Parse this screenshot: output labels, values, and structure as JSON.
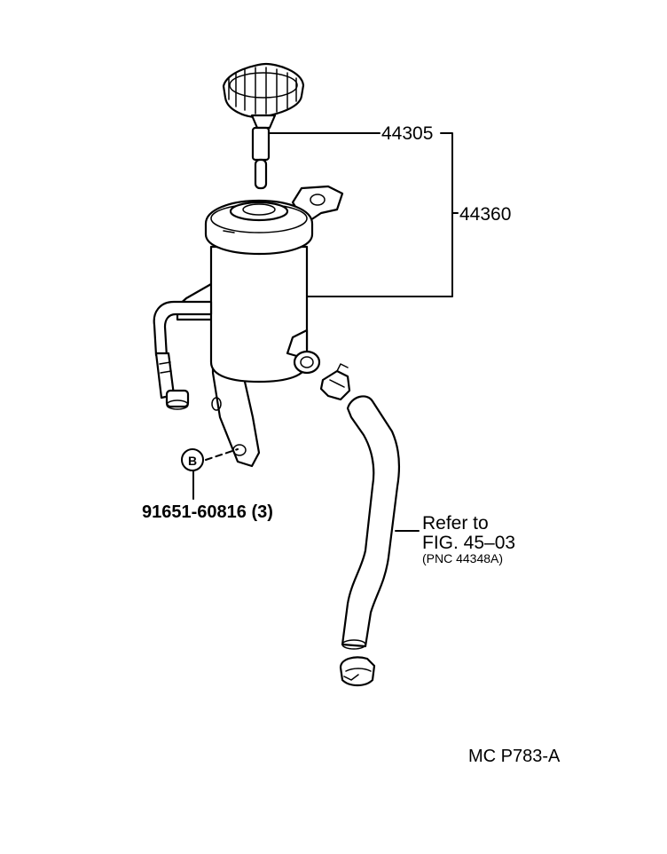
{
  "diagram": {
    "labels": {
      "cap_part_no": "44305",
      "reservoir_part_no": "44360",
      "bolt_marker": "B",
      "bolt_part_no": "91651-60816 (3)",
      "refer_line1": "Refer to",
      "refer_line2": "FIG. 45–03",
      "refer_line3": "(PNC 44348A)",
      "figure_code": "MC  P783-A"
    },
    "colors": {
      "line": "#000000",
      "background": "#ffffff"
    }
  }
}
